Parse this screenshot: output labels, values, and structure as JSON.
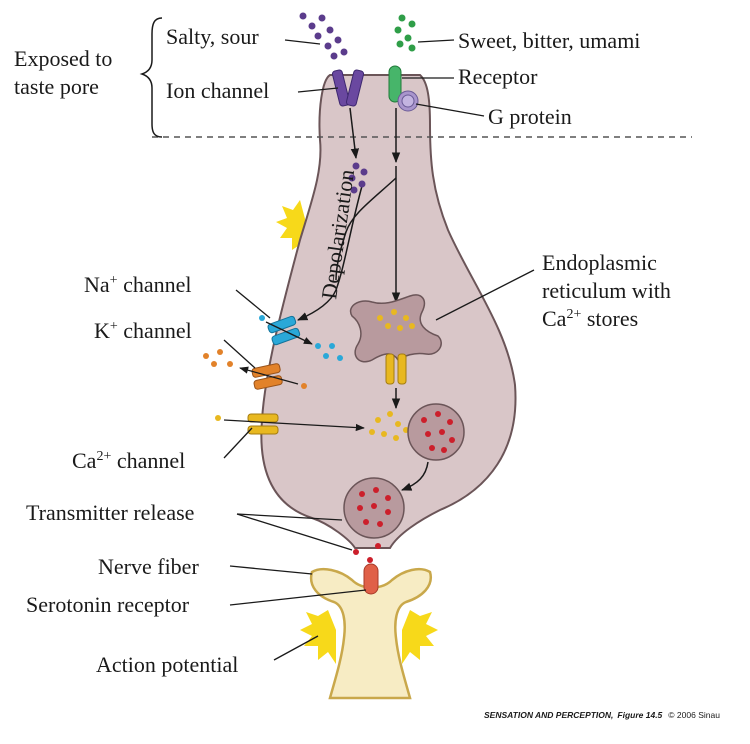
{
  "labels": {
    "exposed_line1": "Exposed to",
    "exposed_line2": "taste pore",
    "salty_sour": "Salty, sour",
    "ion_channel": "Ion channel",
    "sweet_bitter_umami": "Sweet, bitter, umami",
    "receptor": "Receptor",
    "g_protein": "G protein",
    "depolarization": "Depolarization",
    "na_prefix": "Na",
    "na_sup": "+",
    "na_suffix": " channel",
    "k_prefix": "K",
    "k_sup": "+",
    "k_suffix": " channel",
    "ca_prefix": "Ca",
    "ca_sup": "2+",
    "ca_suffix": " channel",
    "er_line1": "Endoplasmic",
    "er_line2": "reticulum with",
    "er_line3_prefix": "Ca",
    "er_line3_sup": "2+",
    "er_line3_suffix": " stores",
    "transmitter_release": "Transmitter release",
    "nerve_fiber": "Nerve fiber",
    "serotonin_receptor": "Serotonin receptor",
    "action_potential": "Action potential"
  },
  "credit": {
    "title": "SENSATION AND PERCEPTION,",
    "figure": "Figure 14.5",
    "copyright": "© 2006 Sinau"
  },
  "colors": {
    "cell_fill": "#d9c6c8",
    "cell_stroke": "#6b5558",
    "nerve_fill": "#f7ecc4",
    "nerve_stroke": "#c9a84b",
    "purple": "#5b3c8c",
    "green": "#2f9e48",
    "cyan": "#2aa8d8",
    "orange": "#e2822a",
    "yellow": "#e8b820",
    "red": "#cc1f2b",
    "spark": "#f7d91a"
  }
}
